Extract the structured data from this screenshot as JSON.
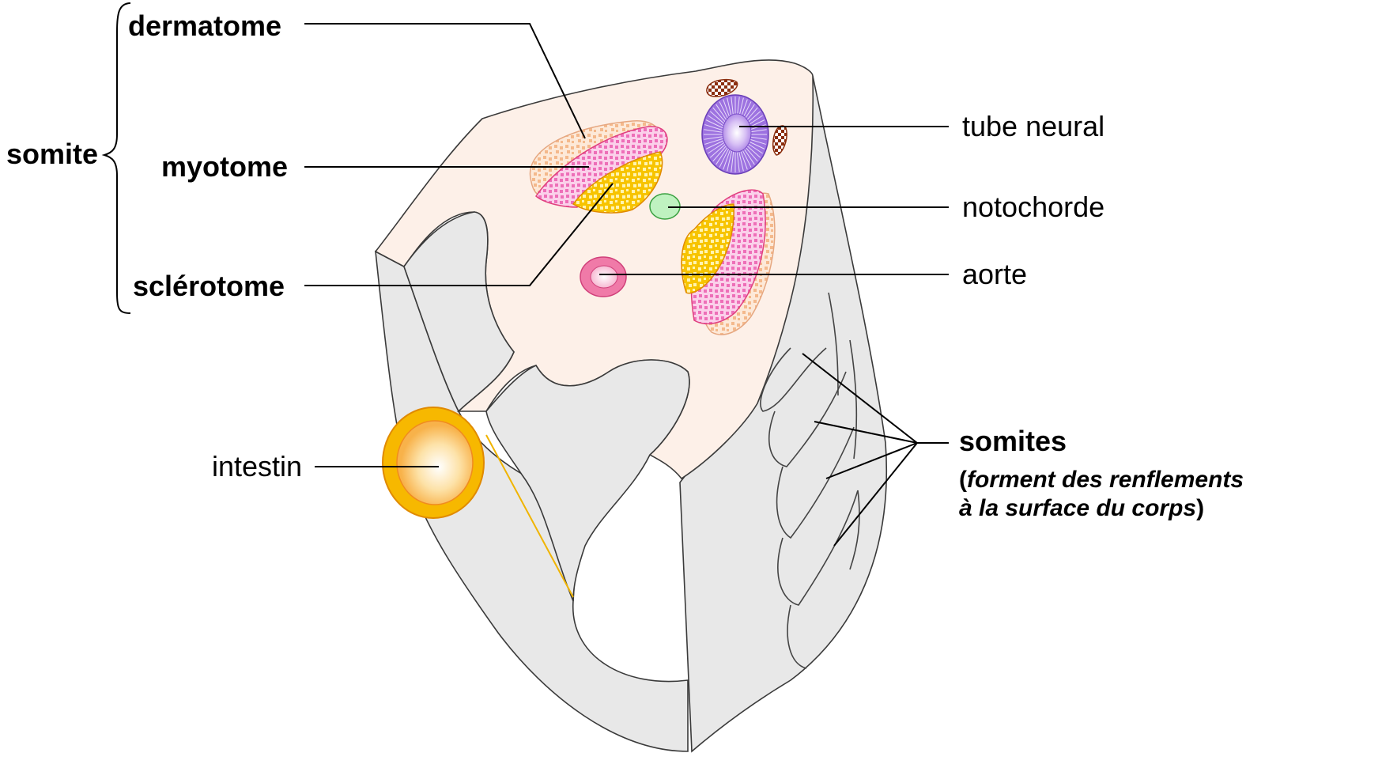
{
  "labels": {
    "somite": "somite",
    "dermatome": "dermatome",
    "myotome": "myotome",
    "sclerotome": "sclérotome",
    "tube_neural": "tube neural",
    "notochorde": "notochorde",
    "aorte": "aorte",
    "intestin": "intestin",
    "somites": "somites",
    "somites_note": {
      "open_paren": "(",
      "italic_part": "forment des renflements",
      "line2_italic": "à la surface du corps",
      "close_paren": ")"
    }
  },
  "colors": {
    "body_section": "#fdf0e8",
    "body_side": "#e6e6e6",
    "dermatome": "#f6c8a0",
    "myotome": "#f27cc0",
    "sclerotome": "#f7c400",
    "neural_tube": "#8a5ad6",
    "notochord": "#b8f0b8",
    "aorta": "#f07aa8",
    "intestine": "#f7b800",
    "neural_crest": "#8b2e0e"
  }
}
